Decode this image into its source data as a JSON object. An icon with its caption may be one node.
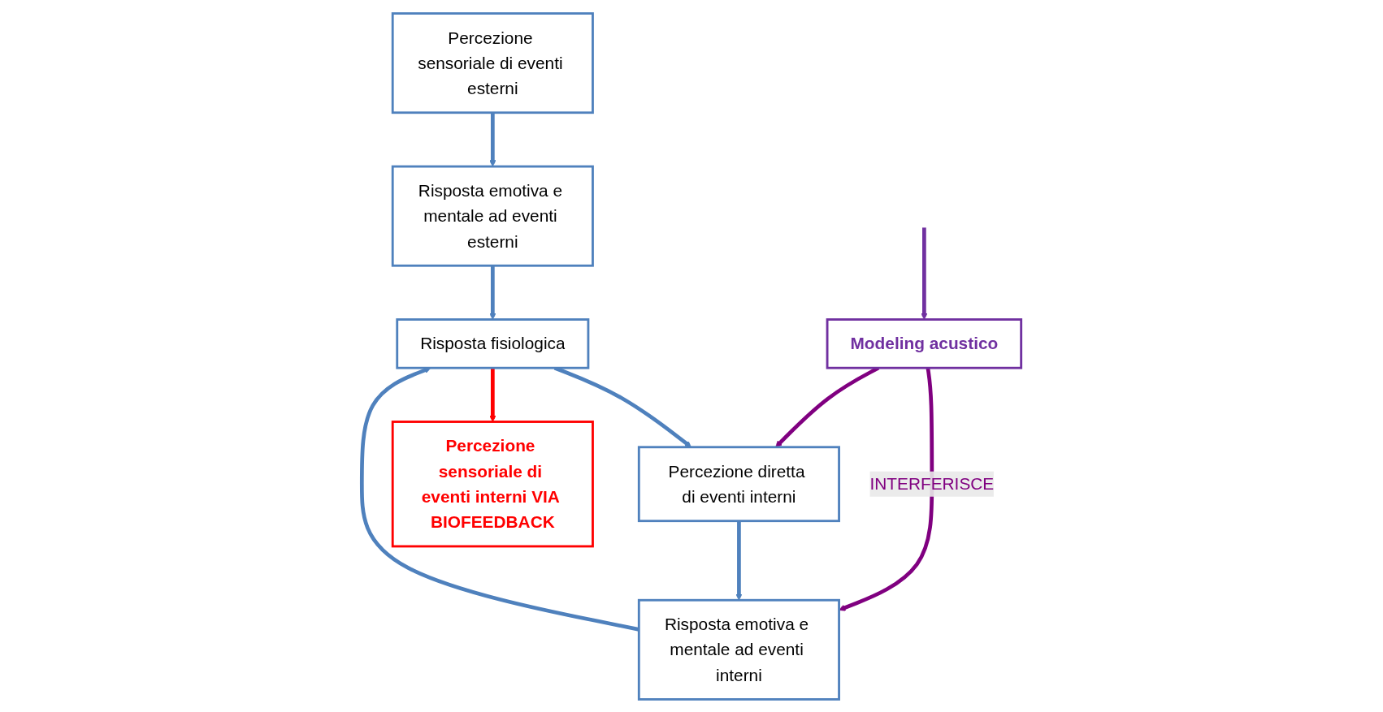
{
  "diagram": {
    "nodes": [
      {
        "text": [
          "Percezione sensoriale di eventi esterni"
        ]
      },
      {
        "text": [
          "Modeling acustico"
        ]
      },
      {
        "text": [
          "Percezione diretta di eventi interni"
        ]
      },
      {
        "text": [
          "Percezione sensoriale di eventi interni VIA BIOFEEDBACK"
        ]
      },
      {
        "text": [
          "Risposta emotiva e mentale ad eventi esterni"
        ]
      },
      {
        "text": [
          "Risposta emotiva e mentale ad eventi interni"
        ]
      },
      {
        "text": [
          "Risposta fisiologica"
        ]
      }
    ],
    "edges": [
      {
        "from": 0,
        "to": 4,
        "arrow": "to"
      },
      {
        "from": 4,
        "to": 6,
        "arrow": "to"
      },
      {
        "from": 5,
        "to": 6,
        "arrow": "to"
      },
      {
        "from": 2,
        "to": 5,
        "arrow": "to"
      },
      {
        "from": 6,
        "to": 2,
        "arrow": "to"
      },
      {
        "from": 6,
        "to": 3,
        "arrow": "to",
        "color": "#ff0000"
      },
      {
        "from": null,
        "to": 1,
        "arrow": "to",
        "color": "#7030a0"
      },
      {
        "from": 1,
        "to": 5,
        "arrow": "to",
        "label": "INTERFERISCE",
        "color": "#800080"
      },
      {
        "from": 1,
        "to": 2,
        "arrow": "to",
        "color": "#800080"
      }
    ]
  }
}
